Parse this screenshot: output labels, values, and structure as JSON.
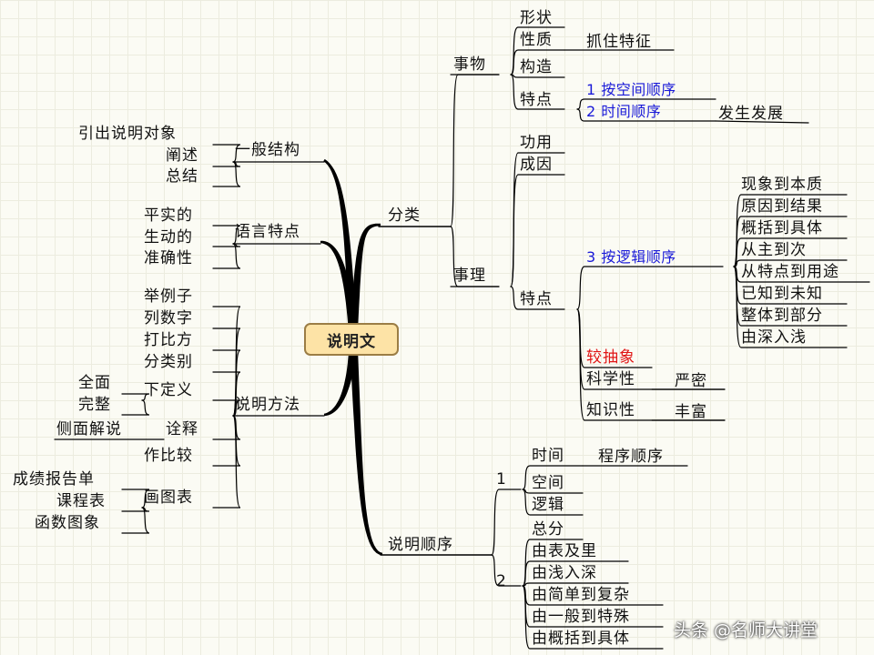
{
  "root": "说明文",
  "structure": {
    "label": "一般结构",
    "items": [
      "引出说明对象",
      "阐述",
      "总结"
    ]
  },
  "language": {
    "label": "语言特点",
    "items": [
      "平实的",
      "生动的",
      "准确性"
    ]
  },
  "methods": {
    "label": "说明方法",
    "items": [
      "举例子",
      "列数字",
      "打比方",
      "分类别",
      "下定义",
      "诠释",
      "作比较",
      "画图表"
    ],
    "define_sub": [
      "全面",
      "完整"
    ],
    "explain_sub": [
      "侧面解说"
    ],
    "chart_sub": [
      "成绩报告单",
      "课程表",
      "函数图象"
    ]
  },
  "category": {
    "label": "分类",
    "thing": {
      "label": "事物",
      "items": [
        "形状",
        "性质",
        "构造",
        "特点"
      ],
      "nature_sub": "抓住特征",
      "feature_sub": [
        "1  按空间顺序",
        "2  时间顺序"
      ],
      "time_sub": "发生发展"
    },
    "reason": {
      "label": "事理",
      "items": [
        "功用",
        "成因",
        "特点"
      ],
      "logic": "3  按逻辑顺序",
      "logic_items": [
        "现象到本质",
        "原因到结果",
        "概括到具体",
        "从主到次",
        "从特点到用途",
        "已知到未知",
        "整体到部分",
        "由深入浅"
      ],
      "abstract": "较抽象",
      "science": "科学性",
      "science_sub": "严密",
      "knowledge": "知识性",
      "knowledge_sub": "丰富"
    }
  },
  "order": {
    "label": "说明顺序",
    "group1": {
      "label": "1",
      "items": [
        "时间",
        "空间",
        "逻辑"
      ],
      "time_sub": "程序顺序"
    },
    "group2": {
      "label": "2",
      "items": [
        "总分",
        "由表及里",
        "由浅入深",
        "由简单到复杂",
        "由一般到特殊",
        "由概括到具体"
      ]
    }
  },
  "watermark": "头条 @名师大讲堂",
  "colors": {
    "blue": "#1a1ad8",
    "red": "#e01515",
    "root_fill": "#fde3a6",
    "line": "#000000"
  }
}
